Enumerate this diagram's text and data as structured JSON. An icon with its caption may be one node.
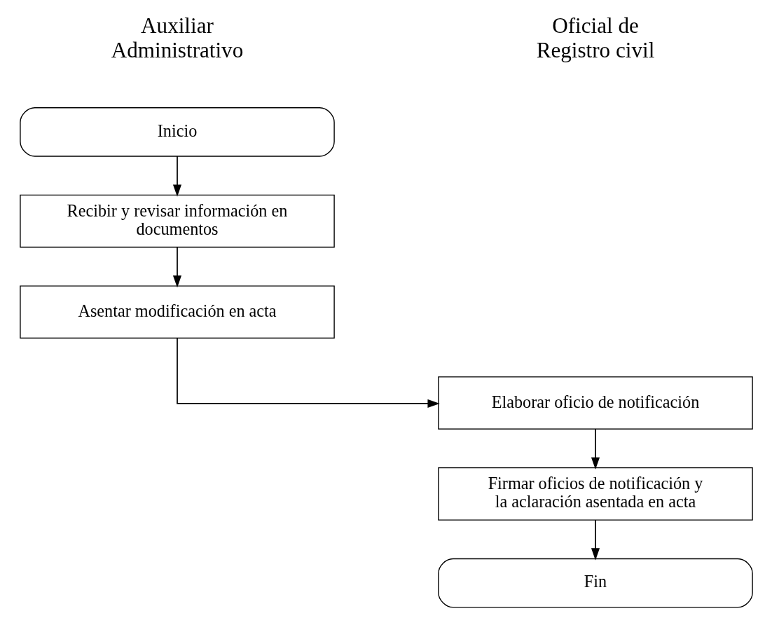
{
  "diagram": {
    "nodes": [
      {
        "text": [
          "Inicio"
        ]
      },
      {
        "text": [
          "Recibir y revisar información en documentos"
        ]
      },
      {
        "text": [
          "Asentar modificación en acta"
        ]
      },
      {
        "text": [
          "Elaborar oficio de notificación"
        ]
      },
      {
        "text": [
          "Firmar oficios de notificación y la aclaración asentada en acta"
        ]
      },
      {
        "text": [
          "Fin"
        ]
      }
    ],
    "edges": [
      {
        "from": 0,
        "to": 1,
        "arrow": "to"
      },
      {
        "from": 1,
        "to": 2,
        "arrow": "to"
      },
      {
        "from": 2,
        "to": 3,
        "arrow": "to"
      },
      {
        "from": 3,
        "to": 4,
        "arrow": "to"
      },
      {
        "from": 4,
        "to": 5,
        "arrow": "to"
      }
    ],
    "labels": [
      "Auxiliar Administrativo",
      "Oficial de Registro civil"
    ]
  }
}
